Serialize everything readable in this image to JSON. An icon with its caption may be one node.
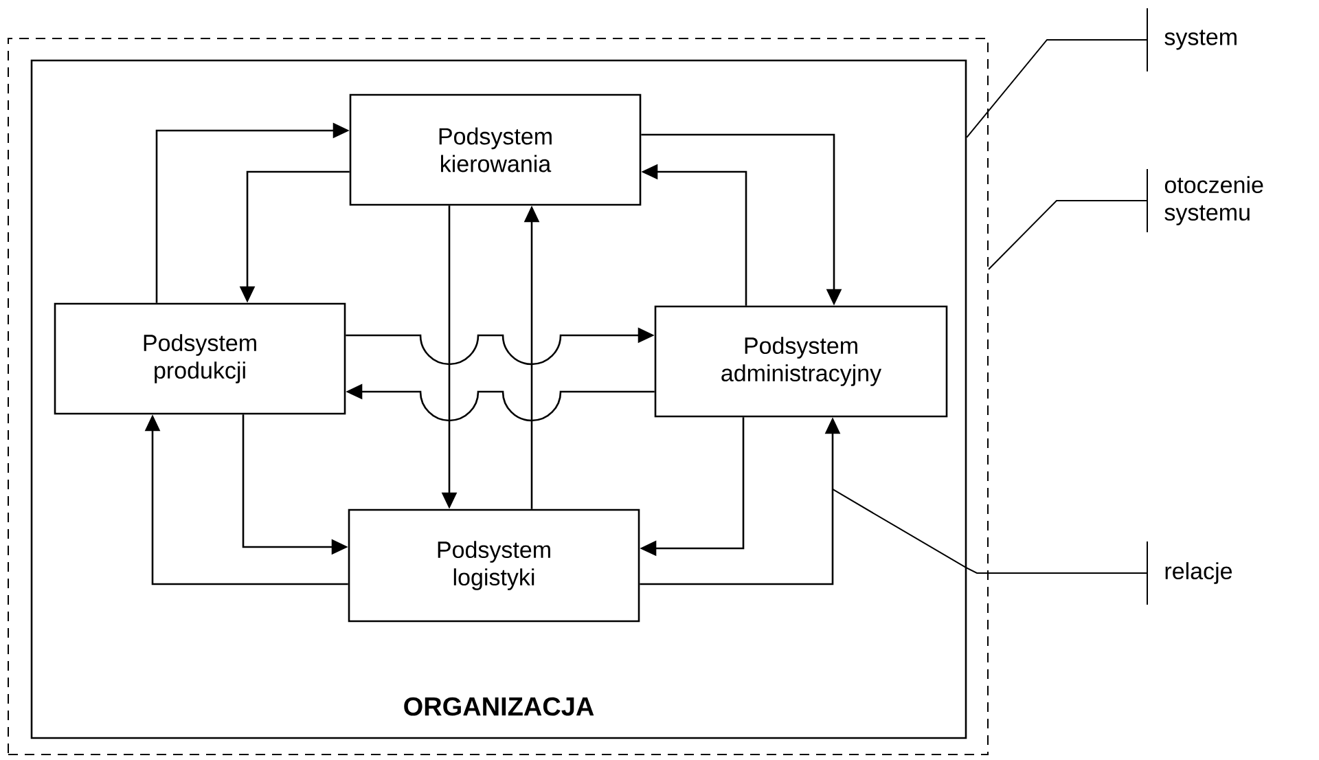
{
  "diagram": {
    "nodes": [
      {
        "text": [],
        "shape": "box"
      },
      {
        "text": [
          "ORGANIZACJA"
        ],
        "in": 0
      },
      {
        "text": [
          "Podsystem kierowania"
        ],
        "in": 1
      },
      {
        "text": [
          "Podsystem produkcji"
        ],
        "in": 1
      },
      {
        "text": [
          "Podsystem administracyjny"
        ],
        "in": 1
      },
      {
        "text": [
          "Podsystem logistyki"
        ],
        "in": 1
      },
      {
        "text": [
          "system"
        ]
      },
      {
        "text": [
          "otoczenie systemu"
        ]
      },
      {
        "text": [
          "relacje"
        ]
      }
    ],
    "edges": [
      {
        "from": 3,
        "to": 2,
        "arrow": "to"
      },
      {
        "from": 2,
        "to": 3,
        "arrow": "to"
      },
      {
        "from": 2,
        "to": 4,
        "arrow": "to"
      },
      {
        "from": 4,
        "to": 2,
        "arrow": "to"
      },
      {
        "from": 3,
        "to": 4,
        "arrow": "to"
      },
      {
        "from": 4,
        "to": 3,
        "arrow": "to"
      },
      {
        "from": 2,
        "to": 5,
        "arrow": "to"
      },
      {
        "from": 5,
        "to": 2,
        "arrow": "to"
      },
      {
        "from": 3,
        "to": 5,
        "arrow": "to"
      },
      {
        "from": 5,
        "to": 3,
        "arrow": "to"
      },
      {
        "from": 4,
        "to": 5,
        "arrow": "to"
      },
      {
        "from": 5,
        "to": 4,
        "arrow": "to"
      },
      {
        "from": 6,
        "to": 1,
        "arrow": "none"
      },
      {
        "from": 7,
        "to": 0,
        "arrow": "none"
      },
      {
        "from": 8,
        "to": null,
        "arrow": "none"
      }
    ]
  }
}
